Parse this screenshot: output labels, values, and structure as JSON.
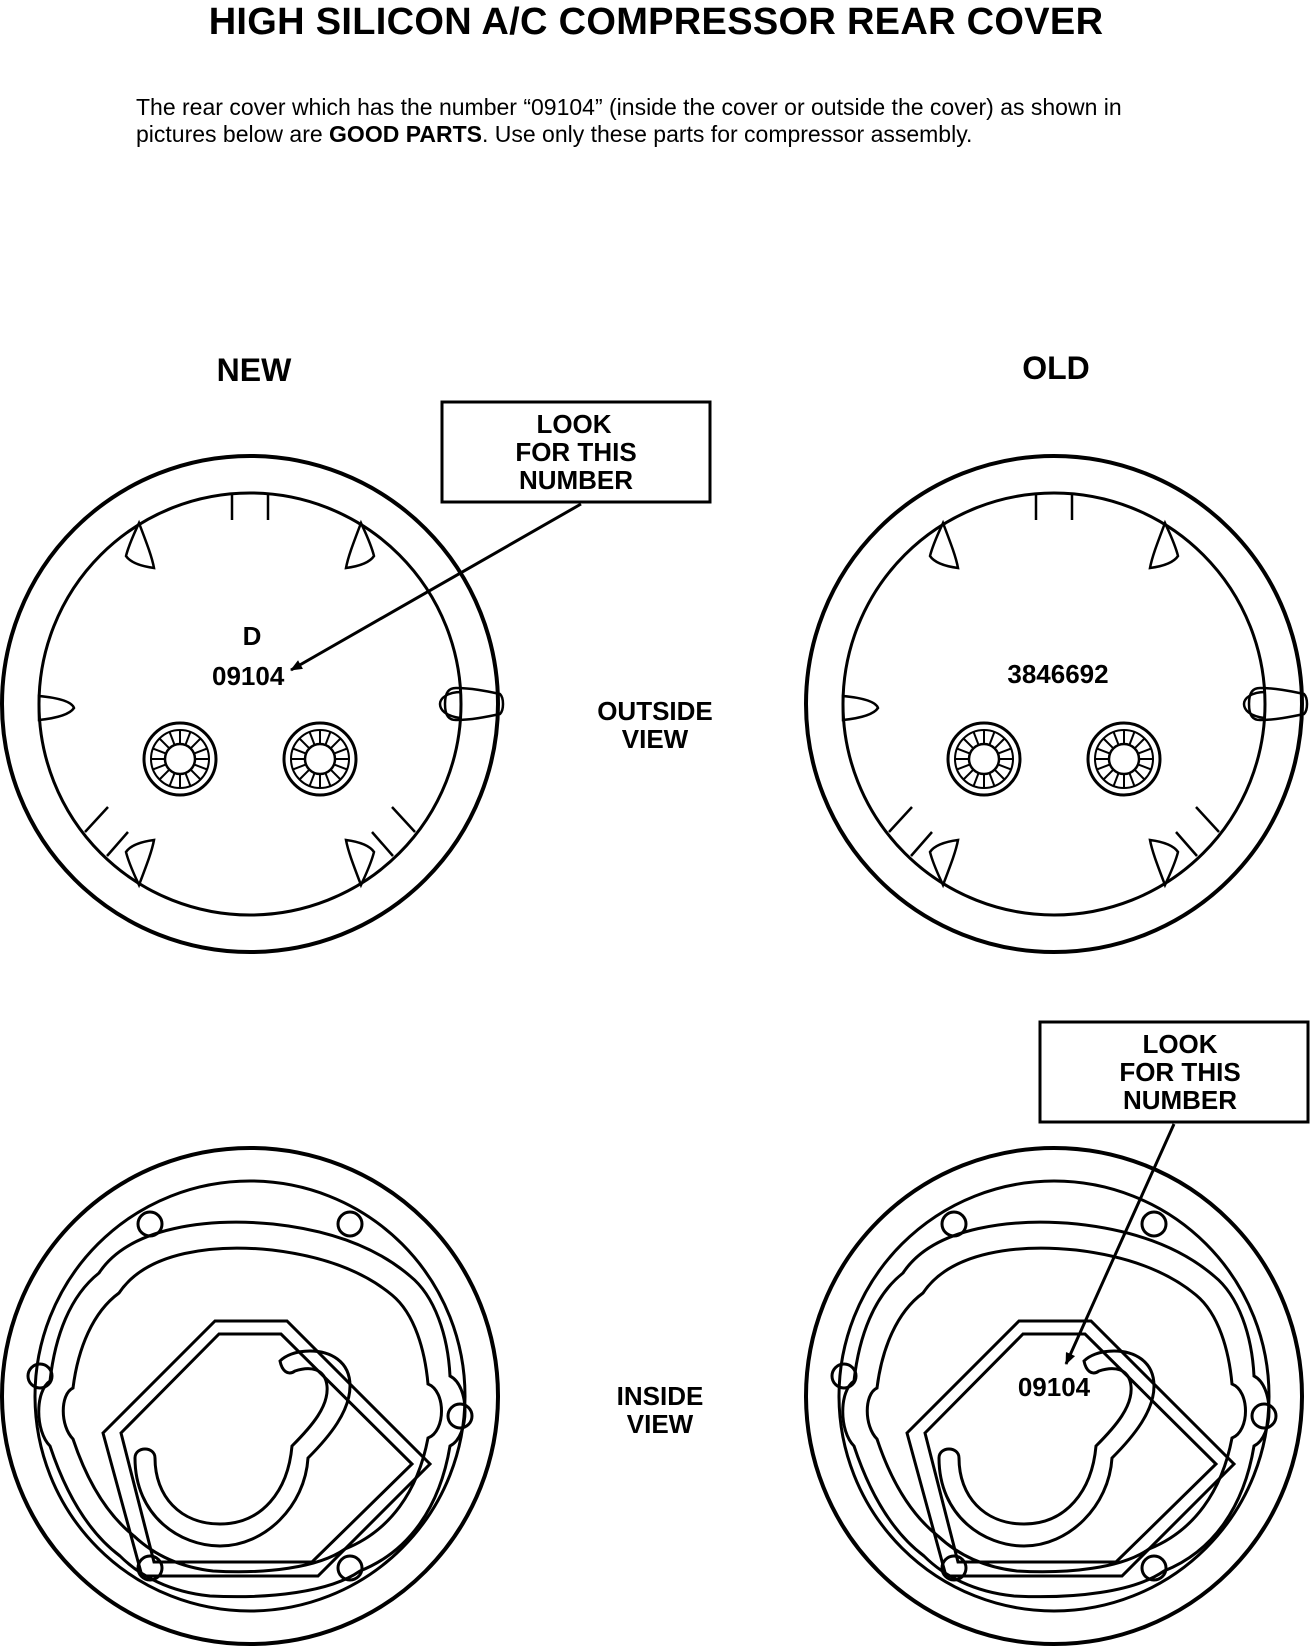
{
  "title": "HIGH SILICON A/C COMPRESSOR REAR COVER",
  "intro": {
    "part1": "The rear cover which has the number “09104” (inside the cover or outside the cover) as shown in pictures below are ",
    "emphasis": "GOOD PARTS",
    "part2": ". Use only these parts for compressor assembly."
  },
  "columns": {
    "new": "NEW",
    "old": "OLD"
  },
  "views": {
    "outside": {
      "line1": "OUTSIDE",
      "line2": "VIEW"
    },
    "inside": {
      "line1": "INSIDE",
      "line2": "VIEW"
    }
  },
  "callouts": {
    "top": {
      "line1": "LOOK",
      "line2": "FOR THIS",
      "line3": "NUMBER"
    },
    "bottom": {
      "line1": "LOOK",
      "line2": "FOR THIS",
      "line3": "NUMBER"
    }
  },
  "markings": {
    "new_outside_letter": "D",
    "new_outside_number": "09104",
    "old_outside_number": "3846692",
    "old_inside_number": "09104"
  }
}
